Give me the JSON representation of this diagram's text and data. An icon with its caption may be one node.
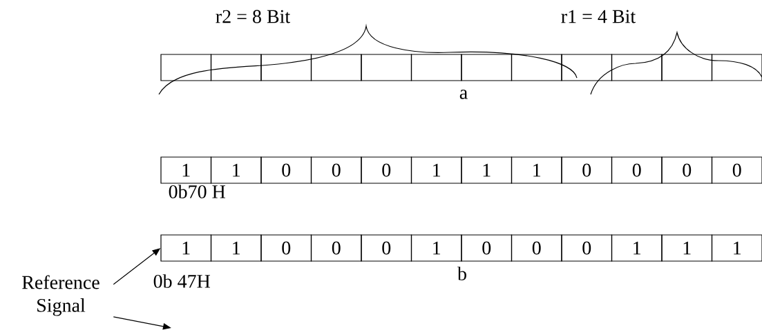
{
  "diagram": {
    "nodes": [
      {
        "text": [
          "Reference Signal"
        ]
      },
      {
        "text": [],
        "shape": "box"
      },
      {
        "text": [],
        "shape": "box"
      },
      {
        "text": [],
        "shape": "box"
      },
      {
        "text": [],
        "shape": "box"
      },
      {
        "text": [],
        "shape": "box"
      },
      {
        "text": [],
        "shape": "box"
      },
      {
        "text": [],
        "shape": "box"
      },
      {
        "text": [],
        "shape": "box"
      },
      {
        "text": [],
        "shape": "box"
      },
      {
        "text": [],
        "shape": "box"
      },
      {
        "text": [],
        "shape": "box"
      },
      {
        "text": [],
        "shape": "box"
      },
      {
        "text": [
          "1"
        ]
      },
      {
        "text": [
          "1"
        ]
      },
      {
        "text": [
          "0"
        ]
      },
      {
        "text": [
          "0"
        ]
      },
      {
        "text": [
          "0"
        ]
      },
      {
        "text": [
          "1"
        ]
      },
      {
        "text": [
          "1"
        ]
      },
      {
        "text": [
          "1"
        ]
      },
      {
        "text": [
          "0"
        ]
      },
      {
        "text": [
          "0"
        ]
      },
      {
        "text": [
          "0"
        ]
      },
      {
        "text": [
          "0"
        ]
      },
      {
        "text": [
          "1"
        ]
      },
      {
        "text": [
          "1"
        ]
      },
      {
        "text": [
          "0"
        ]
      },
      {
        "text": [
          "0"
        ]
      },
      {
        "text": [
          "0"
        ]
      },
      {
        "text": [
          "1"
        ]
      },
      {
        "text": [
          "0"
        ]
      },
      {
        "text": [
          "0"
        ]
      },
      {
        "text": [
          "0"
        ]
      },
      {
        "text": [
          "1"
        ]
      },
      {
        "text": [
          "1"
        ]
      },
      {
        "text": [
          "1"
        ]
      }
    ],
    "edges": [
      {
        "from": 0,
        "to": 25,
        "arrow": "to"
      },
      {
        "from": 0,
        "to": null,
        "arrow": "to"
      }
    ],
    "labels": [
      "r2 = 8 Bit",
      "r1 = 4 Bit",
      "a",
      "0b70 H",
      "0b 47H",
      "b"
    ]
  }
}
